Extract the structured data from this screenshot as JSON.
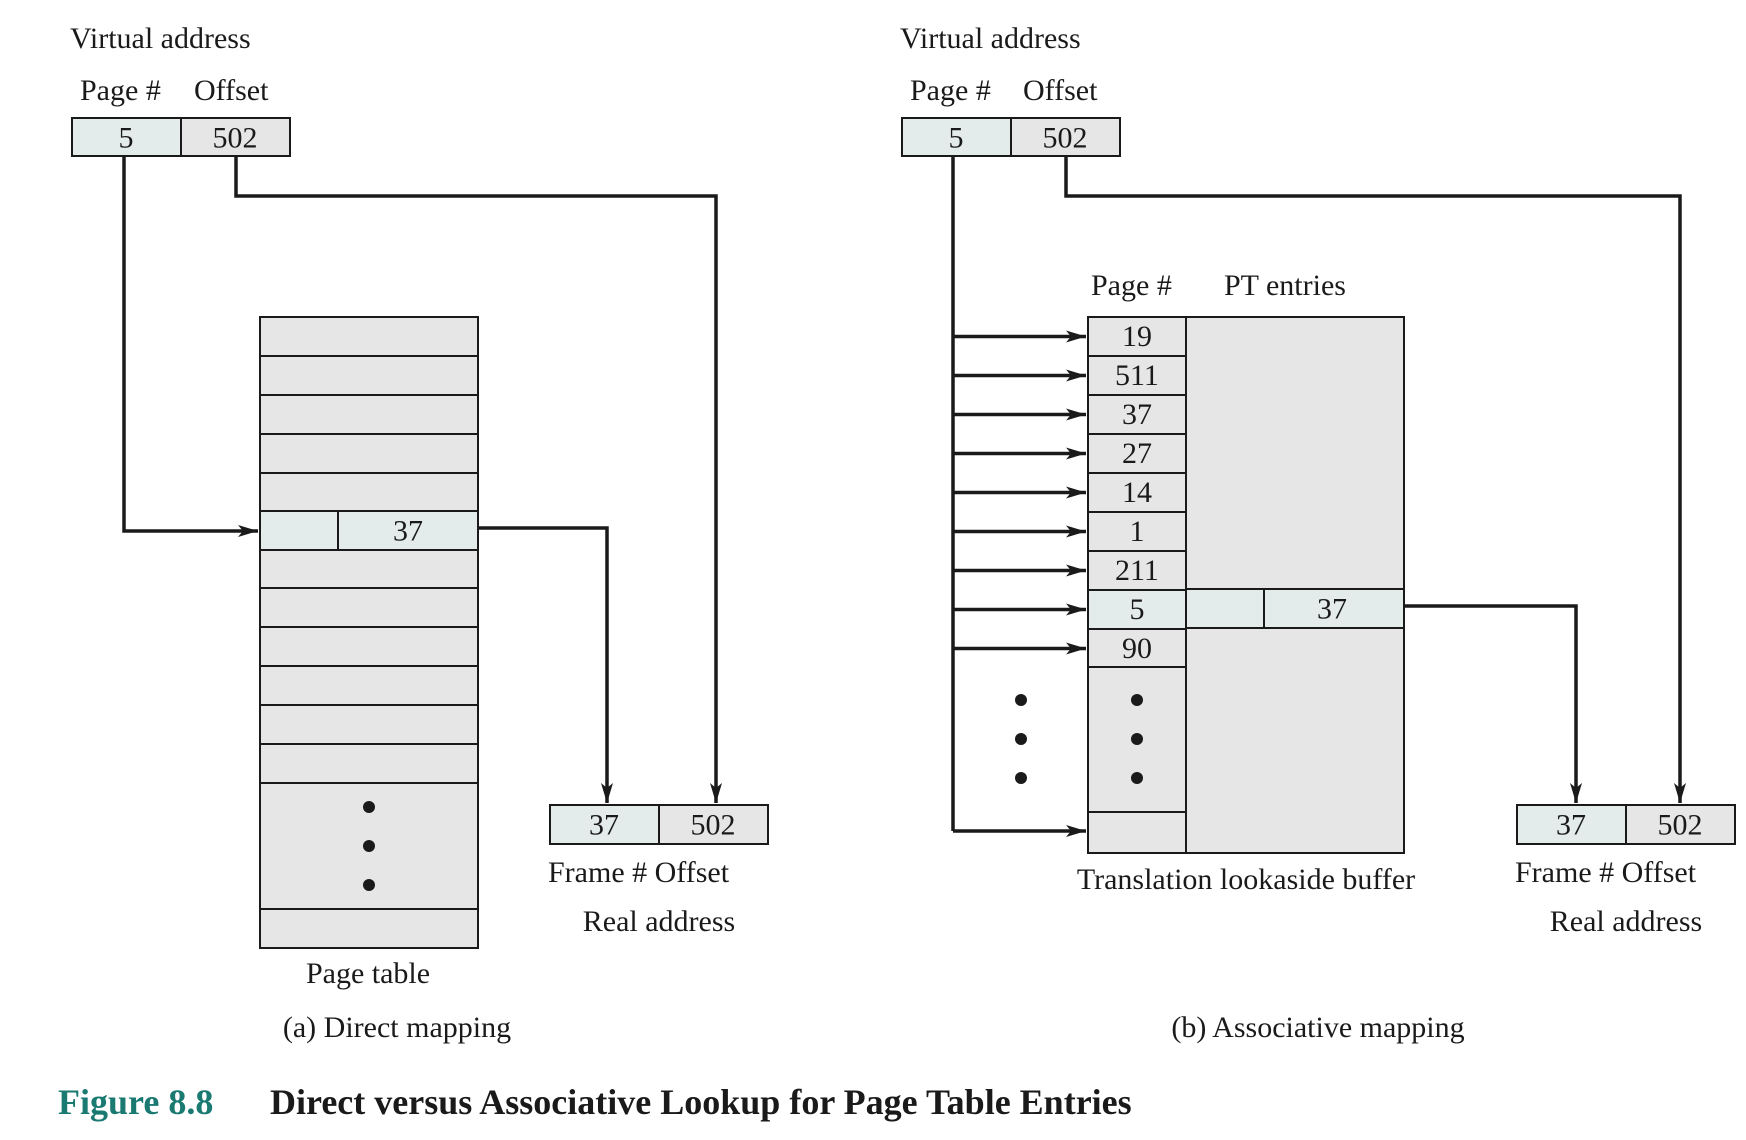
{
  "direct": {
    "virtual_address_label": "Virtual address",
    "page_label": "Page #",
    "offset_label": "Offset",
    "page_value": "5",
    "offset_value": "502",
    "table_entry_value": "37",
    "page_table_label": "Page table",
    "frame_value": "37",
    "real_offset_value": "502",
    "frame_offset_label": "Frame # Offset",
    "real_address_label": "Real address",
    "subcaption": "(a) Direct mapping"
  },
  "associative": {
    "virtual_address_label": "Virtual address",
    "page_label": "Page #",
    "offset_label": "Offset",
    "page_value": "5",
    "offset_value": "502",
    "tlb_page_header": "Page #",
    "tlb_pt_header": "PT entries",
    "tlb_pages": [
      "19",
      "511",
      "37",
      "27",
      "14",
      "1",
      "211",
      "5",
      "90"
    ],
    "tlb_match_value": "37",
    "tlb_label": "Translation lookaside buffer",
    "frame_value": "37",
    "real_offset_value": "502",
    "frame_offset_label": "Frame # Offset",
    "real_address_label": "Real address",
    "subcaption": "(b) Associative mapping"
  },
  "caption": {
    "number": "Figure 8.8",
    "title": "Direct versus Associative Lookup for Page Table Entries"
  }
}
